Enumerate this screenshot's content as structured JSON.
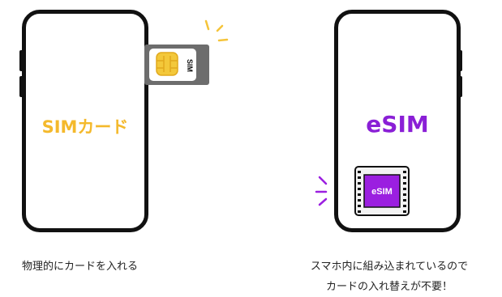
{
  "left_panel": {
    "phone_label": "SIMカード",
    "sim_card_label": "SIM",
    "caption": "物理的にカードを入れる"
  },
  "right_panel": {
    "phone_label": "eSIM",
    "chip_label": "eSIM",
    "caption_line1": "スマホ内に組み込まれているので",
    "caption_line2": "カードの入れ替えが不要！"
  },
  "colors": {
    "phone_outline": "#111111",
    "sim_label": "#f4b92c",
    "esim_label": "#8a1fd6",
    "esim_chip": "#9b1fe0",
    "sim_tray": "#6d6d6d",
    "sim_chip_gold": "#f3c83a",
    "spark_yellow": "#f5c43a",
    "spark_purple": "#9b1fe0"
  },
  "icons": [
    "sim-card-icon",
    "esim-chip-icon",
    "sparkle-icon"
  ]
}
